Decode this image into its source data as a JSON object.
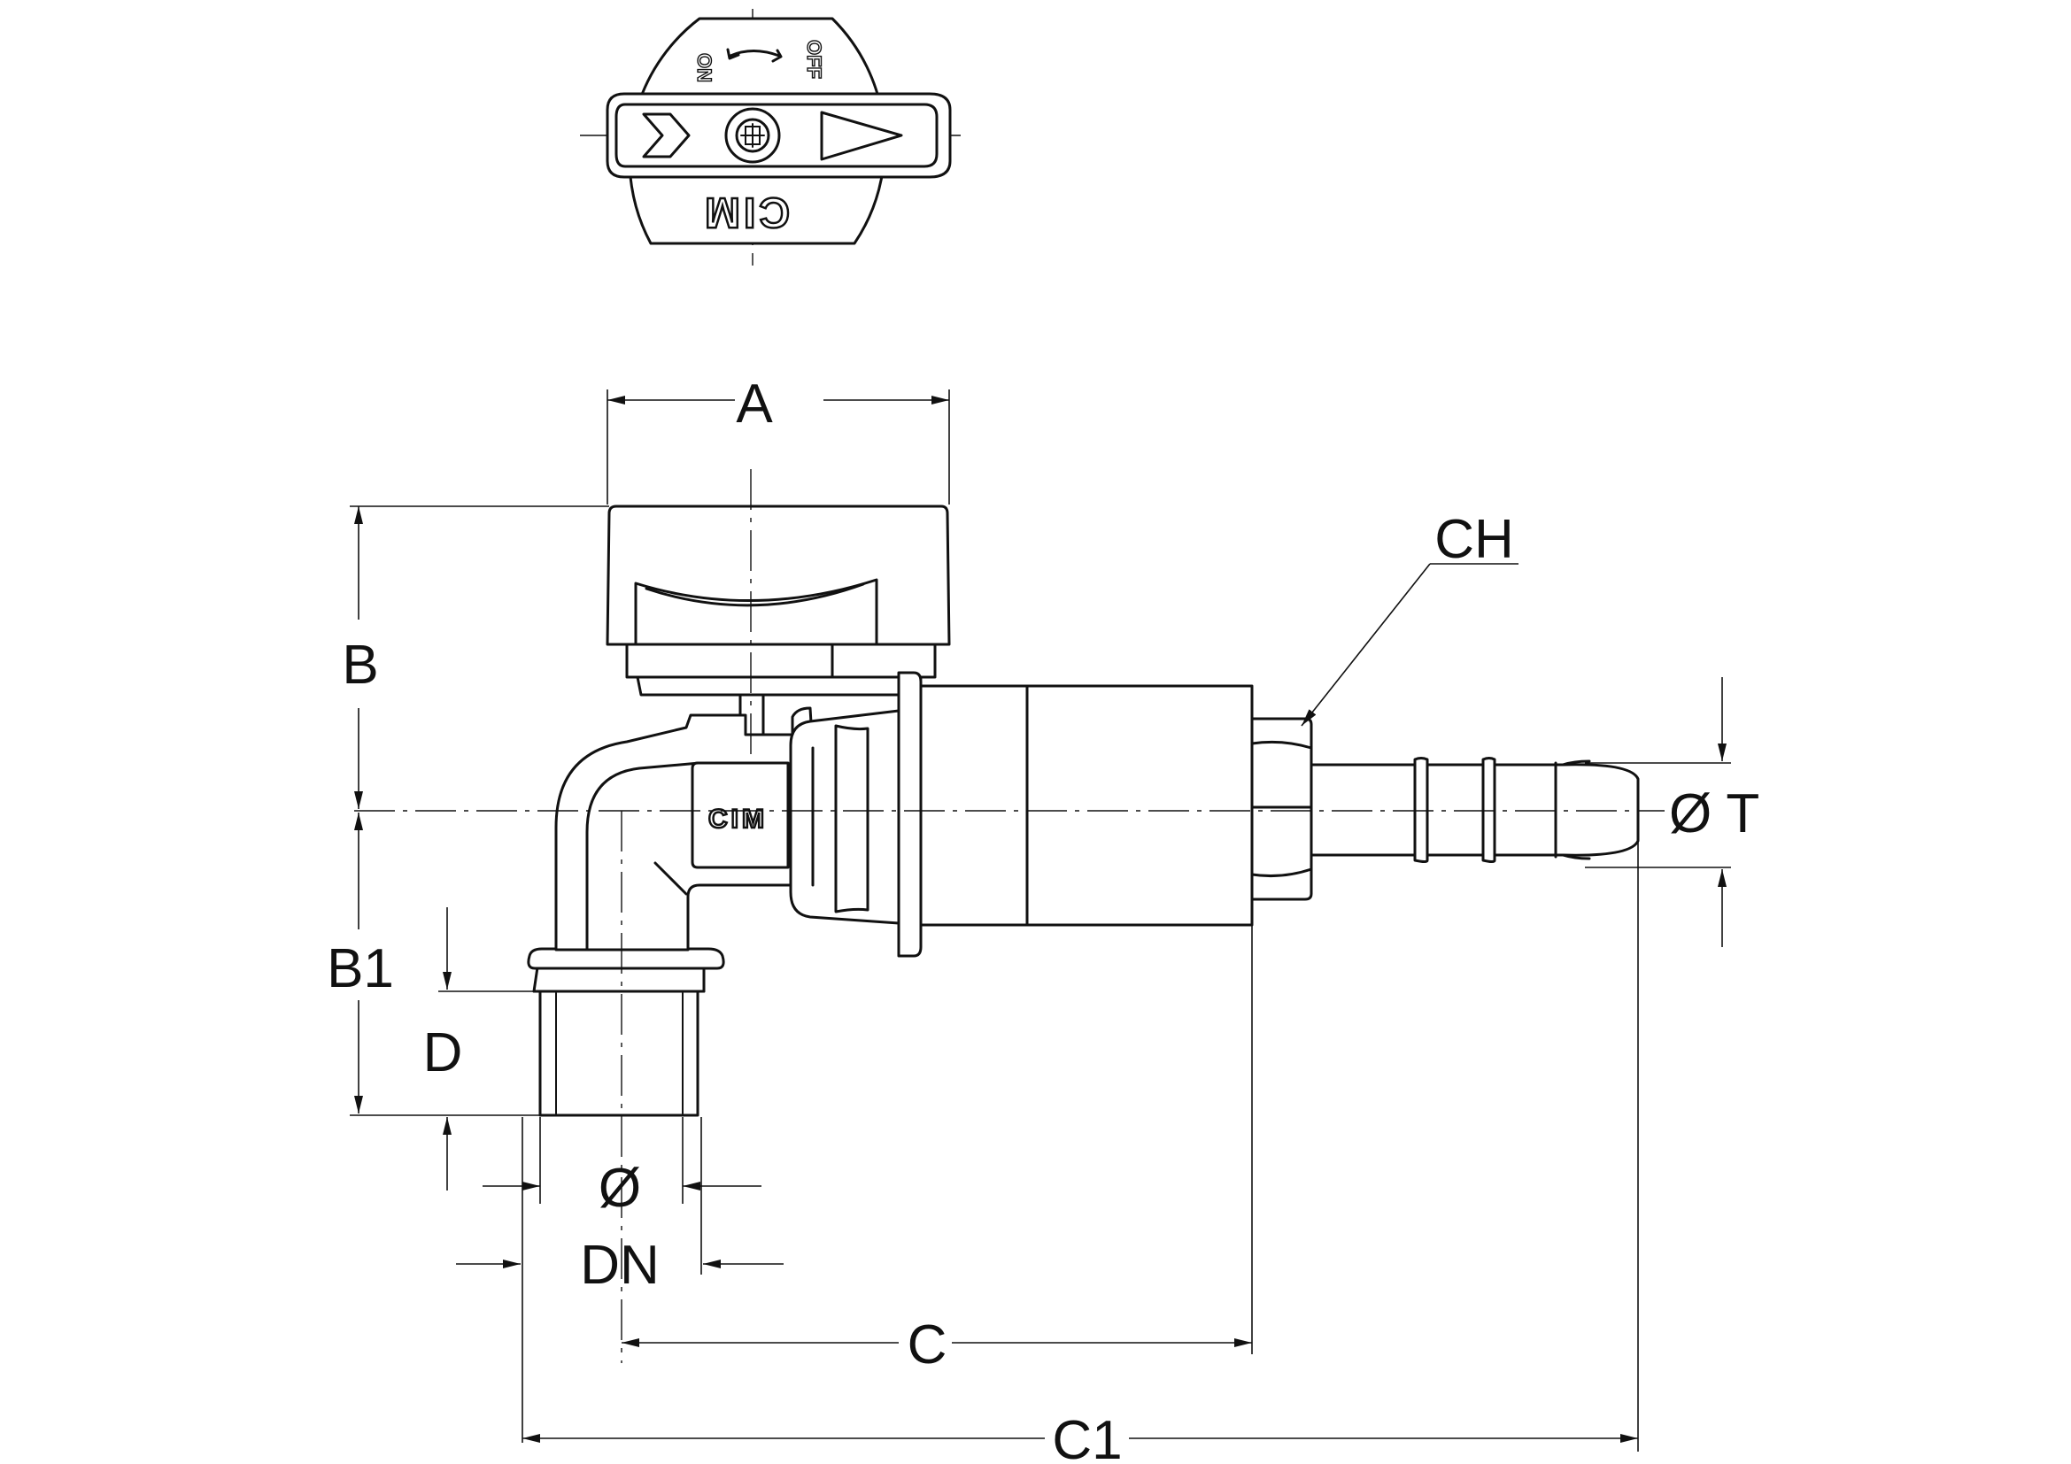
{
  "dimensions": {
    "a": "A",
    "b": "B",
    "b1": "B1",
    "c": "C",
    "c1": "C1",
    "ch": "CH",
    "d": "D",
    "dn": "DN",
    "dia": "Ø",
    "dia_t": "Ø T"
  },
  "knob": {
    "on_label": "ON",
    "off_label": "OFF",
    "brand": "CIM"
  },
  "body": {
    "brand": "CIM"
  }
}
